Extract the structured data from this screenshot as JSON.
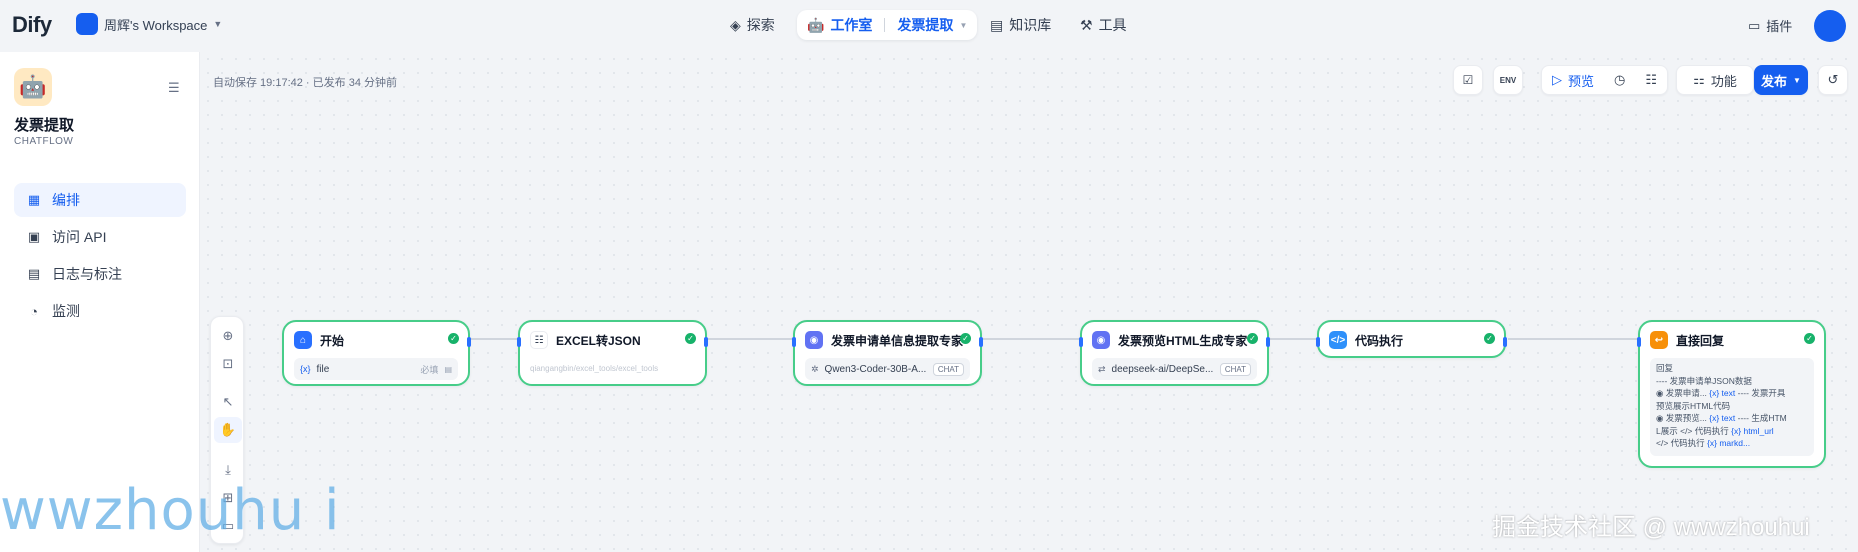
{
  "topbar": {
    "logo": "Dify",
    "workspace": "周辉's Workspace",
    "nav": {
      "explore": "探索",
      "studio": "工作室",
      "current_app": "发票提取",
      "knowledge": "知识库",
      "tools": "工具"
    },
    "plugins": "插件"
  },
  "sidebar": {
    "app_name": "发票提取",
    "app_type": "CHATFLOW",
    "items": [
      {
        "label": "编排",
        "icon": "layout-icon",
        "active": true
      },
      {
        "label": "访问 API",
        "icon": "terminal-icon",
        "active": false
      },
      {
        "label": "日志与标注",
        "icon": "document-icon",
        "active": false
      },
      {
        "label": "监测",
        "icon": "monitor-icon",
        "active": false
      }
    ]
  },
  "canvas": {
    "autosave": "自动保存 19:17:42 · 已发布 34 分钟前",
    "toolbar": {
      "preview": "预览",
      "features": "功能",
      "publish": "发布",
      "env": "ENV"
    }
  },
  "nodes": {
    "start": {
      "title": "开始",
      "var": "{x}",
      "field": "file",
      "required": "必填"
    },
    "excel": {
      "title": "EXCEL转JSON",
      "subtitle": "qiangangbin/excel_tools/excel_tools"
    },
    "extract": {
      "title": "发票申请单信息提取专家",
      "model": "Qwen3-Coder-30B-A...",
      "badge": "CHAT"
    },
    "html_gen": {
      "title": "发票预览HTML生成专家",
      "model": "deepseek-ai/DeepSe...",
      "badge": "CHAT"
    },
    "code": {
      "title": "代码执行"
    },
    "reply": {
      "title": "直接回复",
      "lines": {
        "l1": "回复",
        "l2": "---- 发票申请单JSON数据",
        "l3a": "发票申请...",
        "l3b": "{x} text",
        "l3c": "---- 发票开具",
        "l4": "预览展示HTML代码",
        "l5a": "发票预览...",
        "l5b": "{x} text",
        "l5c": "---- 生成HTM",
        "l6a": "L展示",
        "l6b": "代码执行",
        "l6c": "{x} html_url",
        "l7a": "代码执行",
        "l7b": "{x} markd..."
      }
    }
  },
  "watermarks": {
    "left": "wwzhouhu i",
    "right": "掘金技术社区 @ wwwzhouhui"
  },
  "colors": {
    "accent": "#155eef",
    "node_border": "#47cd89",
    "success": "#17b26a"
  }
}
